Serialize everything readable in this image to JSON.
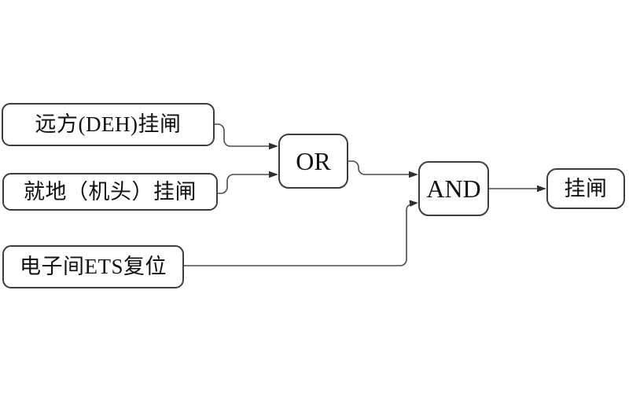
{
  "diagram": {
    "kind": "logic-flow-diagram",
    "nodes": {
      "remote_deh": {
        "label": "远方(DEH)挂闸",
        "role": "input"
      },
      "local_head": {
        "label": "就地（机头）挂闸",
        "role": "input"
      },
      "ets_reset": {
        "label": "电子间ETS复位",
        "role": "input"
      },
      "or_gate": {
        "label": "OR",
        "role": "gate"
      },
      "and_gate": {
        "label": "AND",
        "role": "gate"
      },
      "output": {
        "label": "挂闸",
        "role": "output"
      }
    },
    "connections": [
      {
        "from": "remote_deh",
        "to": "or_gate"
      },
      {
        "from": "local_head",
        "to": "or_gate"
      },
      {
        "from": "or_gate",
        "to": "and_gate"
      },
      {
        "from": "ets_reset",
        "to": "and_gate"
      },
      {
        "from": "and_gate",
        "to": "output"
      }
    ],
    "colors": {
      "background": "#ffffff",
      "box_border": "#3d3d3d",
      "wire": "#4a4a4a",
      "text": "#111111"
    }
  }
}
